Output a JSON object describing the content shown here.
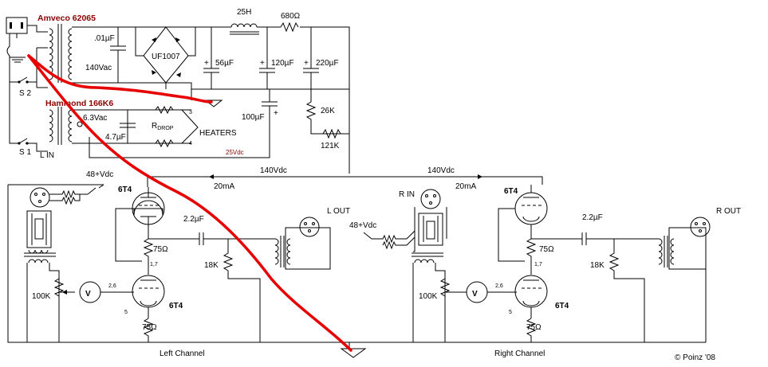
{
  "transformers": {
    "power": "Amveco 62065",
    "output": "Hammond 166K6"
  },
  "supply": {
    "cap_01": ".01µF",
    "v140ac": "140Vac",
    "rectifier": "UF1007",
    "choke": "25H",
    "r680": "680Ω",
    "c56": "56µF",
    "c120": "120µF",
    "c220": "220µF",
    "c100": "100µF",
    "r26k": "26K",
    "r121k": "121K",
    "v63ac": "6.3Vac",
    "c47": "4.7µF",
    "rdrop": "R",
    "rdrop_sub": "DROP",
    "heaters": "HEATERS",
    "v25dc": "25Vdc",
    "pin3": "3",
    "pin4": "4",
    "plus": "+"
  },
  "switches": {
    "s1": "S 1",
    "s2": "S 2",
    "lin": "L IN"
  },
  "rails": {
    "v140dc_left": "140Vdc",
    "v140dc_right": "140Vdc",
    "ma_left": "20mA",
    "ma_right": "20mA"
  },
  "left": {
    "phantom": "48+Vdc",
    "tube_top": "6T4",
    "tube_bot": "6T4",
    "cap": "2.2µF",
    "r75_top": "75Ω",
    "r75_bot": "75Ω",
    "r18k": "18K",
    "pot": "100K",
    "meter": "V",
    "out": "L OUT",
    "pins17": "1,7",
    "pins26": "2,6",
    "pin5": "5",
    "name": "Left Channel"
  },
  "right": {
    "phantom": "48+Vdc",
    "in": "R IN",
    "tube_top": "6T4",
    "tube_bot": "6T4",
    "cap": "2.2µF",
    "r75_top": "75Ω",
    "r75_bot": "75Ω",
    "r18k": "18K",
    "pot": "100K",
    "meter": "V",
    "out": "R OUT",
    "pins17": "1,7",
    "pins26": "2,6",
    "pin5": "5",
    "name": "Right Channel"
  },
  "credit": "© Poinz '08",
  "colors": {
    "annotation": "#e60000",
    "title": "#8b0000"
  }
}
